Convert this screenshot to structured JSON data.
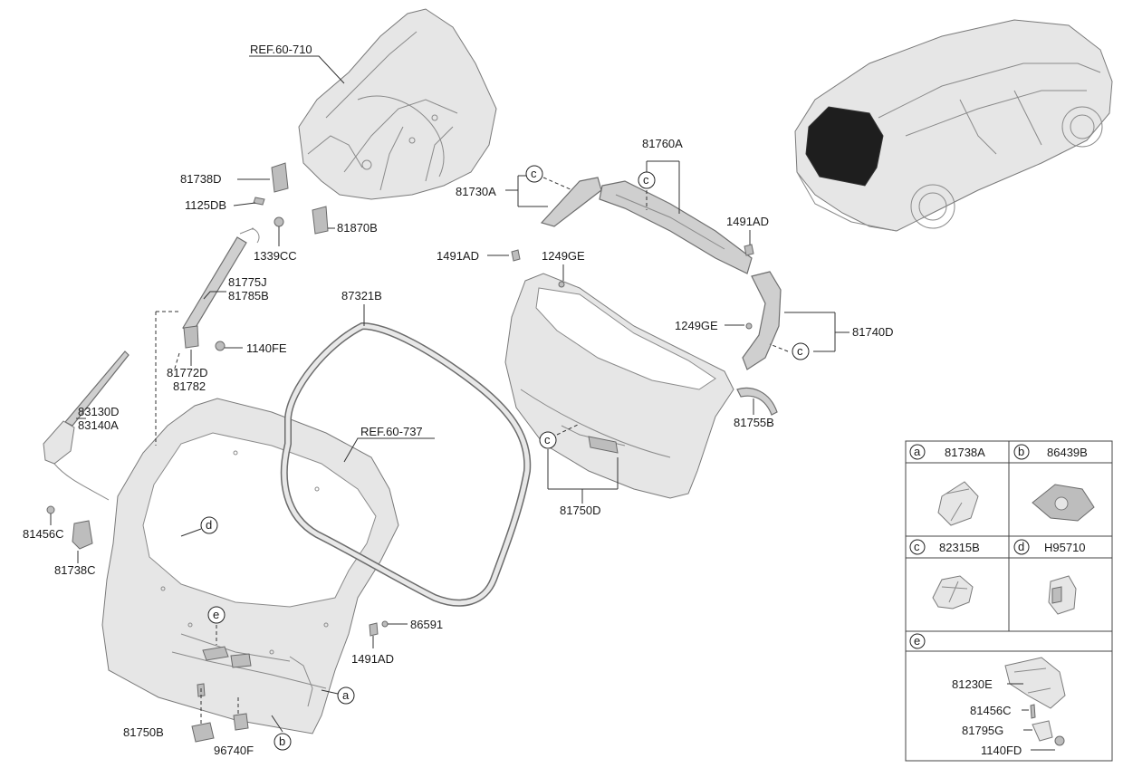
{
  "refs": {
    "ref_60_710": "REF.60-710",
    "ref_60_737": "REF.60-737"
  },
  "labels": {
    "p81738D": "81738D",
    "p1125DB": "1125DB",
    "p1339CC": "1339CC",
    "p81870B": "81870B",
    "p81775J": "81775J",
    "p81785B": "81785B",
    "p87321B": "87321B",
    "p1140FE": "1140FE",
    "p81772D": "81772D",
    "p81782": "81782",
    "p83130D": "83130D",
    "p83140A": "83140A",
    "p81456C": "81456C",
    "p81738C": "81738C",
    "p86591": "86591",
    "p1491AD_bottom": "1491AD",
    "p81750B": "81750B",
    "p96740F": "96740F",
    "p81760A": "81760A",
    "p81730A": "81730A",
    "p1491AD_left": "1491AD",
    "p1249GE_top": "1249GE",
    "p1491AD_right": "1491AD",
    "p1249GE_right": "1249GE",
    "p81740D": "81740D",
    "p81755B": "81755B",
    "p81750D": "81750D"
  },
  "callouts": {
    "c": "c",
    "d": "d",
    "e": "e",
    "a": "a",
    "b": "b"
  },
  "legend": {
    "a_letter": "a",
    "a_part": "81738A",
    "b_letter": "b",
    "b_part": "86439B",
    "c_letter": "c",
    "c_part": "82315B",
    "d_letter": "d",
    "d_part": "H95710",
    "e_letter": "e",
    "e_parts": {
      "p81230E": "81230E",
      "p81456C": "81456C",
      "p81795G": "81795G",
      "p1140FD": "1140FD"
    }
  }
}
